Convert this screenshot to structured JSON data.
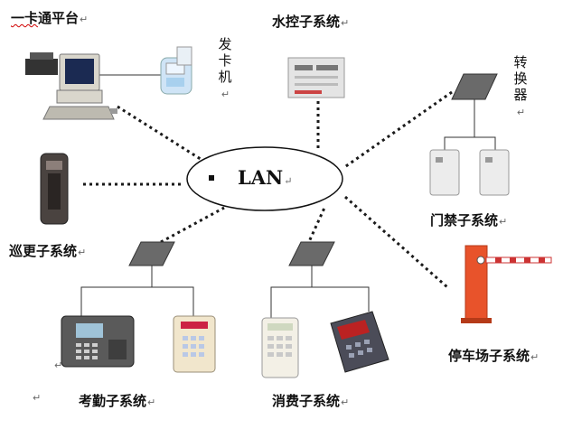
{
  "hub": {
    "label": "LAN"
  },
  "return_mark": "↵",
  "labels": {
    "card_platform_prefix": "一卡",
    "card_platform_rest": "通平台",
    "water": "水控子系统",
    "card_issuer": "发卡机",
    "converter": "转换器",
    "door": "门禁子系统",
    "patrol": "巡更子系统",
    "parking": "停车场子系统",
    "attendance": "考勤子系统",
    "consumption": "消费子系统"
  },
  "colors": {
    "link": "#1a1a1a",
    "switch": "#6a6a6a",
    "barrier": "#e8532b",
    "squiggle": "#d00000"
  }
}
